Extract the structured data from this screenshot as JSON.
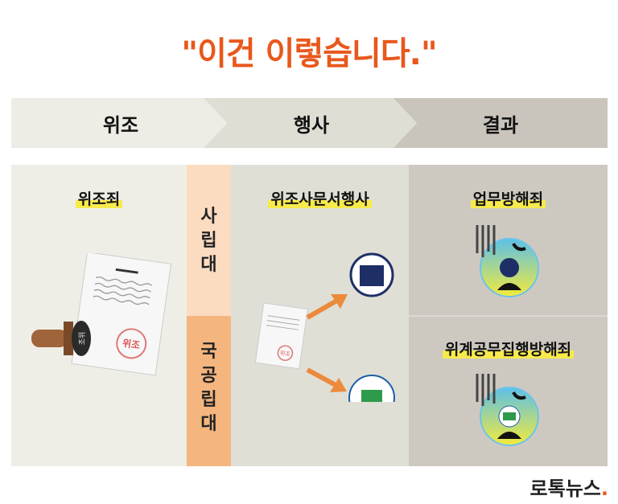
{
  "title": "\"이건 이렇습니다.\"",
  "steps": [
    "위조",
    "행사",
    "결과"
  ],
  "columns": {
    "forgery": {
      "crime": "위조죄",
      "stamp_text": "위조",
      "seal_text": "조위"
    },
    "use": {
      "crime": "위조사문서행사",
      "doc_stamp": "위조"
    },
    "result": {
      "crime_top": "업무방해죄",
      "crime_bottom": "위계공무집행방해죄"
    }
  },
  "university_types": {
    "private": "사립대",
    "public": "국공립대"
  },
  "brand": {
    "name": "로톡뉴스",
    "dot": "."
  },
  "colors": {
    "accent": "#e8581c",
    "highlight": "#f7ea4c",
    "private": "#fbdcc0",
    "public": "#f4b57e"
  }
}
